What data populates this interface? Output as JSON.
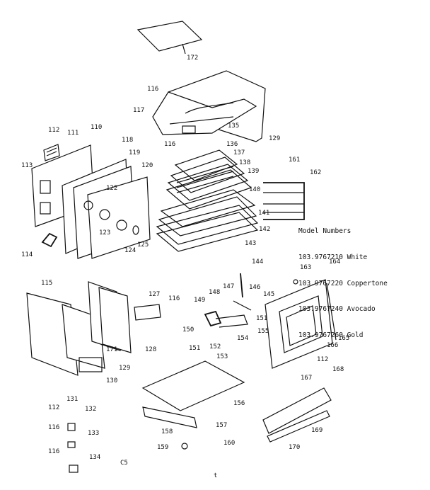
{
  "model_numbers": {
    "title": "Model Numbers",
    "rows": [
      "103.9767210 White",
      "103.9767220 Coppertone",
      "103.9767240 Avocado",
      "103.9767260 Gold"
    ]
  },
  "footer_code": "C5",
  "corner_mark": "t",
  "labels": {
    "110": "110",
    "111": "111",
    "112": "112",
    "113": "113",
    "114": "114",
    "115": "115",
    "116": "116",
    "117": "117",
    "118": "118",
    "119": "119",
    "120": "120",
    "122": "122",
    "123": "123",
    "124": "124",
    "125": "125",
    "127": "127",
    "128": "128",
    "129": "129",
    "130": "130",
    "131": "131",
    "132": "132",
    "133": "133",
    "134": "134",
    "135": "135",
    "136": "136",
    "137": "137",
    "138": "138",
    "139": "139",
    "140": "140",
    "141": "141",
    "142": "142",
    "143": "143",
    "144": "144",
    "145": "145",
    "146": "146",
    "147": "147",
    "148": "148",
    "149": "149",
    "150": "150",
    "151": "151",
    "152": "152",
    "153": "153",
    "154": "154",
    "155": "155",
    "156": "156",
    "157": "157",
    "158": "158",
    "159": "159",
    "160": "160",
    "161": "161",
    "162": "162",
    "163": "163",
    "164": "164",
    "165": "165",
    "166": "166",
    "167": "167",
    "168": "168",
    "169": "169",
    "170": "170",
    "171": "171",
    "172": "172"
  }
}
